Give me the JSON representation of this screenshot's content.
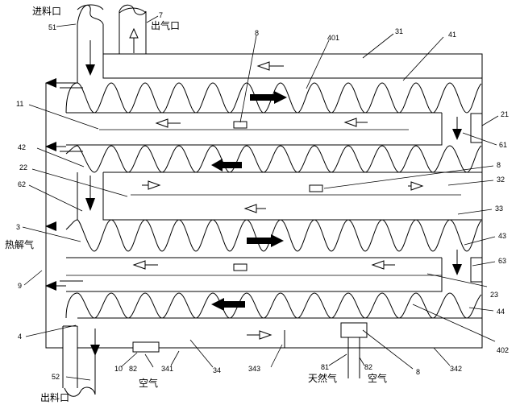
{
  "labels": {
    "feed_inlet": "进料口",
    "gas_outlet": "出气口",
    "discharge_outlet": "出料口",
    "pyrolysis_gas": "热解气",
    "natural_gas": "天然气",
    "air_1": "空气",
    "air_2": "空气"
  },
  "refs": {
    "r51": "51",
    "r7": "7",
    "r8a": "8",
    "r401": "401",
    "r31": "31",
    "r41": "41",
    "r11": "11",
    "r21": "21",
    "r61": "61",
    "r42": "42",
    "r8b": "8",
    "r22": "22",
    "r32": "32",
    "r62": "62",
    "r33": "33",
    "r3": "3",
    "r43": "43",
    "r63": "63",
    "r9": "9",
    "r23": "23",
    "r44": "44",
    "r4": "4",
    "r402": "402",
    "r10": "10",
    "r82a": "82",
    "r341": "341",
    "r34": "34",
    "r343": "343",
    "r81": "81",
    "r82b": "82",
    "r8c": "8",
    "r342": "342",
    "r52": "52"
  }
}
